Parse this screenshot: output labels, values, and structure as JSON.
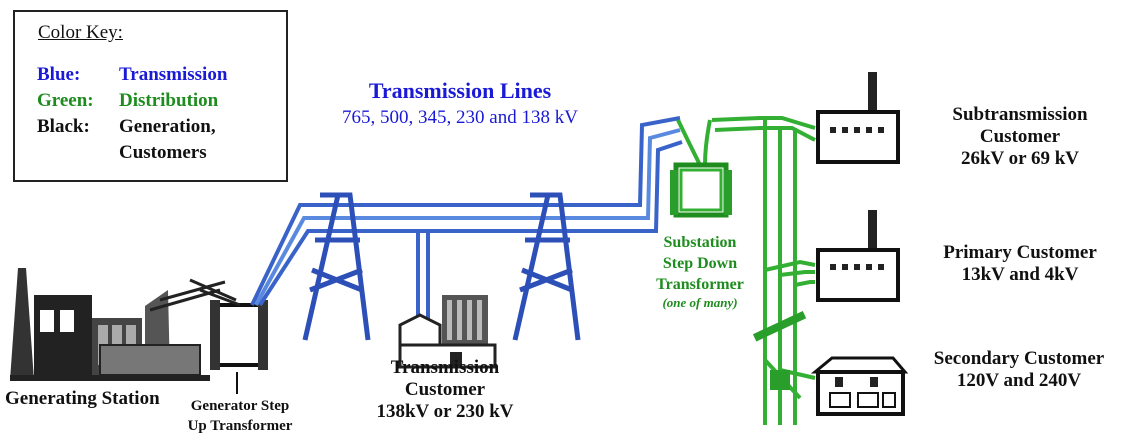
{
  "colors": {
    "transmission": "#1a1ad6",
    "distribution": "#1e8c1e",
    "generation": "#111111",
    "line_blue": "#3a63c9",
    "line_green": "#33b033"
  },
  "color_key": {
    "title": "Color Key:",
    "rows": [
      {
        "key": "Blue:",
        "value": "Transmission"
      },
      {
        "key": "Green:",
        "value": "Distribution"
      },
      {
        "key": "Black:",
        "value": "Generation,"
      },
      {
        "key": "",
        "value": "Customers"
      }
    ]
  },
  "transmission_lines": {
    "title": "Transmission Lines",
    "voltages": "765, 500, 345, 230 and 138 kV"
  },
  "substation": {
    "line1": "Substation",
    "line2": "Step Down",
    "line3": "Transformer",
    "note": "(one of many)"
  },
  "labels": {
    "generating_station": "Generating Station",
    "gsu_line1": "Generator Step",
    "gsu_line2": "Up Transformer",
    "tc_line1": "Transmission",
    "tc_line2": "Customer",
    "tc_line3": "138kV or 230 kV",
    "sub_line1": "Subtransmission",
    "sub_line2": "Customer",
    "sub_line3": "26kV or 69 kV",
    "prim_line1": "Primary Customer",
    "prim_line2": "13kV and 4kV",
    "sec_line1": "Secondary Customer",
    "sec_line2": "120V and 240V"
  }
}
